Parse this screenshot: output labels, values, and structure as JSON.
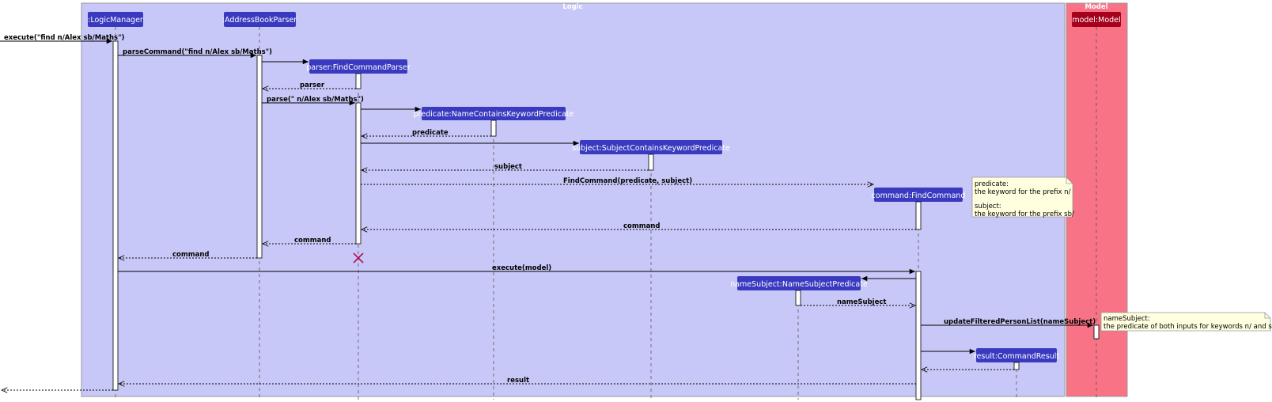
{
  "groups": {
    "logic": "Logic",
    "model": "Model"
  },
  "participants": {
    "logic_manager": ":LogicManager",
    "address_book_parser": ":AddressBookParser",
    "find_command_parser": "parser:FindCommandParser",
    "name_predicate": "predicate:NameContainsKeywordPredicate",
    "subject_predicate": "subject:SubjectContainsKeywordPredicate",
    "find_command": "command:FindCommand",
    "name_subject_predicate": "nameSubject:NameSubjectPredicate",
    "command_result": "result:CommandResult",
    "model": "model:Model"
  },
  "messages": {
    "execute_input": "execute(\"find n/Alex sb/Maths\")",
    "parse_command": "parseCommand(\"find n/Alex sb/Maths\")",
    "return_parser": "parser",
    "parse": "parse(\" n/Alex sb/Maths\")",
    "return_predicate": "predicate",
    "return_subject": "subject",
    "create_find_command": "FindCommand(predicate, subject)",
    "return_command_1": "command",
    "return_command_2": "command",
    "return_command_3": "command",
    "execute_model": "execute(model)",
    "return_name_subject": "nameSubject",
    "update_filtered": "updateFilteredPersonList(nameSubject)",
    "return_result": "result"
  },
  "notes": {
    "find_command_note": {
      "line1": "predicate:",
      "line2": "the keyword for the prefix n/",
      "line3": "subject:",
      "line4": "the keyword for the prefix sb/"
    },
    "model_note": {
      "line1": "nameSubject:",
      "line2": "the predicate of both inputs for keywords n/ and sb/"
    }
  },
  "colors": {
    "logic_fill": "#c8c8f8",
    "model_fill": "#f77385",
    "participant_blue": "#3a3ac0",
    "participant_red": "#a5001c",
    "note_fill": "#ffffe0"
  }
}
